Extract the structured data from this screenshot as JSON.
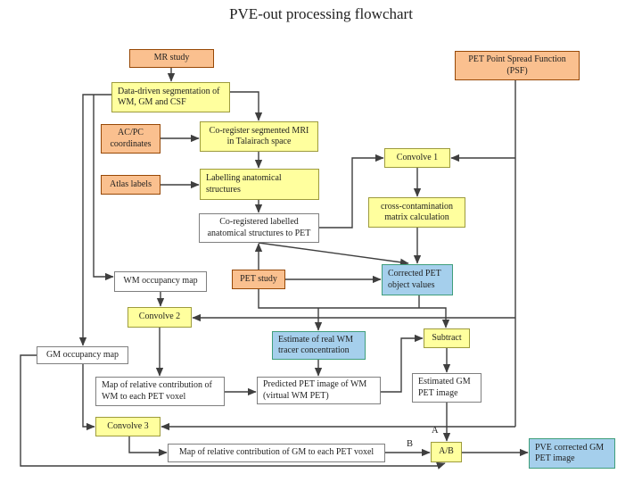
{
  "title": "PVE-out processing flowchart",
  "nodes": {
    "mr_study": {
      "label": "MR study"
    },
    "psf": {
      "label": "PET Point Spread Function\n(PSF)"
    },
    "data_seg": {
      "label": "Data-driven segmentation of\nWM, GM and CSF"
    },
    "acpc": {
      "label": "AC/PC\ncoordinates"
    },
    "co_register": {
      "label": "Co-register segmented MRI\nin Talairach space"
    },
    "atlas": {
      "label": "Atlas labels"
    },
    "labelling": {
      "label": "Labelling anatomical\nstructures"
    },
    "coreg_labelled": {
      "label": "Co-registered labelled\nanatomical structures to PET"
    },
    "convolve1": {
      "label": "Convolve 1"
    },
    "cross_contam": {
      "label": "cross-contamination\nmatrix calculation"
    },
    "corrected_pet": {
      "label": "Corrected PET\nobject values"
    },
    "wm_occupancy": {
      "label": "WM occupancy map"
    },
    "pet_study": {
      "label": "PET study"
    },
    "convolve2": {
      "label": "Convolve 2"
    },
    "estimate_wm": {
      "label": "Estimate of real WM\ntracer concentration"
    },
    "subtract": {
      "label": "Subtract"
    },
    "gm_occupancy": {
      "label": "GM occupancy map"
    },
    "map_wm": {
      "label": "Map of relative contribution of\nWM to each PET voxel"
    },
    "predicted_pet": {
      "label": "Predicted PET image of WM\n(virtual WM PET)"
    },
    "estimated_gm": {
      "label": "Estimated GM\nPET image"
    },
    "convolve3": {
      "label": "Convolve 3"
    },
    "map_gm": {
      "label": "Map of relative contribution of GM to each PET voxel"
    },
    "ab": {
      "label": "A/B"
    },
    "pve_corrected": {
      "label": "PVE corrected GM\nPET image"
    }
  },
  "flow_labels": {
    "a": "A",
    "b": "B"
  },
  "colors": {
    "bg": "#ffffff",
    "text_color": "#1f1f1f",
    "line_color": "#3f3f3f",
    "orange_fill": "#fac08f",
    "orange_border": "#974806",
    "yellow_fill": "#ffff9e",
    "yellow_border": "#9d9b3d",
    "blue_fill": "#a5cfec",
    "blue_border": "#3f9e7b",
    "white_fill": "#ffffff",
    "gray_border": "#7f7f7f"
  }
}
